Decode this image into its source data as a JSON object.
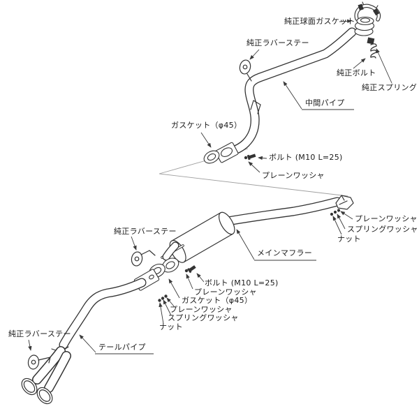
{
  "diagram": {
    "type": "exploded-parts-diagram",
    "subject": "exhaust-system",
    "colors": {
      "background": "#ffffff",
      "line_art": "#333333",
      "separator_line": "#a0a0a0",
      "leader_line": "#3a3a3a",
      "text": "#1a1a1a"
    },
    "labels": {
      "stock_spherical_gasket": "純正球面ガスケット",
      "stock_rubber_stay_top": "純正ラバーステー",
      "stock_bolt": "純正ボルト",
      "stock_spring": "純正スプリング",
      "center_pipe": "中間パイプ",
      "gasket_phi45_upper": "ガスケット（φ45）",
      "bolt_m10_upper": "ボルト (M10 L=25)",
      "plain_washer_upper": "プレーンワッシャ",
      "plain_washer_right": "プレーンワッシャ",
      "spring_washer_right": "スプリングワッシャ",
      "nut_right": "ナット",
      "stock_rubber_stay_mid": "純正ラバーステー",
      "main_muffler": "メインマフラー",
      "bolt_m10_lower": "ボルト (M10 L=25)",
      "plain_washer_mid": "プレーンワッシャ",
      "gasket_phi45_lower": "ガスケット（φ45）",
      "plain_washer_lower": "プレーンワッシャ",
      "spring_washer_lower": "スプリングワッシャ",
      "nut_lower": "ナット",
      "stock_rubber_stay_bottom": "純正ラバーステー",
      "tail_pipe": "テールパイプ"
    }
  }
}
